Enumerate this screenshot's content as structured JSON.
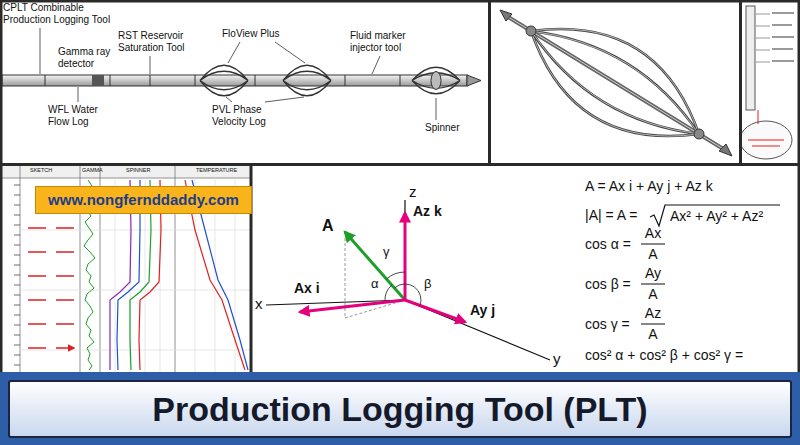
{
  "diagram": {
    "title": "Production Logging Tool (PLT)",
    "nodes": [
      {
        "text": [
          "www.nongfernddaddy.com"
        ]
      }
    ],
    "labels": [
      "CPLT Combinable Production Logging Tool",
      "Gamma ray detector",
      "RST Reservoir Saturation Tool",
      "FloView Plus",
      "Fluid marker injector tool",
      "WFL Water Flow Log",
      "PVL Phase Velocity Log",
      "Spinner",
      "SKETCH",
      "GAMMA",
      "SPINNER",
      "TEMPERATURE",
      "z",
      "A",
      "Az k",
      "x",
      "Ax i",
      "γ",
      "α",
      "β",
      "Ay j",
      "y",
      "A = Ax i + Ay j + Az k",
      "|A| = A =",
      "Ax² + Ay² + Az²",
      "cos α =",
      "Ax",
      "A",
      "cos β =",
      "Ay",
      "A",
      "cos γ =",
      "Az",
      "A",
      "cos² α + cos² β + cos² γ ="
    ]
  }
}
